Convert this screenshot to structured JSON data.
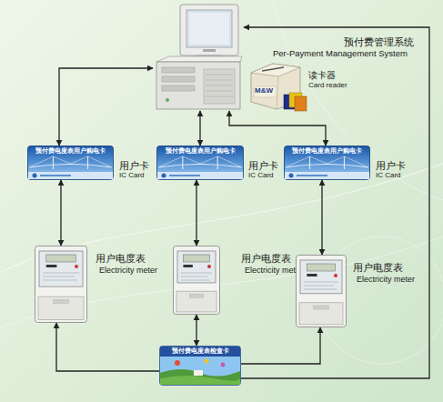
{
  "diagram": {
    "nodes": [
      {
        "text": [
          "预付费管理系统",
          "Per-Payment Management System"
        ]
      },
      {
        "text": [
          "预付费电度表用户购电卡",
          "用户卡",
          "IC Card"
        ]
      },
      {
        "text": [
          "预付费电度表用户购电卡",
          "用户卡",
          "IC Card"
        ]
      },
      {
        "text": [
          "预付费电度表用户购电卡",
          "用户卡",
          "IC Card"
        ]
      },
      {
        "text": [
          "用户电度表",
          "Electricity meter"
        ]
      },
      {
        "text": [
          "用户电度表",
          "Electricity meter"
        ]
      },
      {
        "text": [
          "用户电度表",
          "Electricity meter"
        ]
      },
      {
        "text": [
          "预付费电度表检查卡"
        ]
      }
    ],
    "edges": [
      {
        "from": 0,
        "to": 1,
        "arrow": "both"
      },
      {
        "from": 0,
        "to": 2,
        "arrow": "both"
      },
      {
        "from": 0,
        "to": 3,
        "arrow": "both"
      },
      {
        "from": 1,
        "to": 4,
        "arrow": "both"
      },
      {
        "from": 2,
        "to": 5,
        "arrow": "both"
      },
      {
        "from": 3,
        "to": 6,
        "arrow": "both"
      },
      {
        "from": 5,
        "to": 7,
        "arrow": "both"
      },
      {
        "from": 7,
        "to": 4,
        "arrow": "to"
      },
      {
        "from": 7,
        "to": 6,
        "arrow": "to"
      },
      {
        "from": 7,
        "to": 0,
        "arrow": "to"
      }
    ],
    "labels": [
      "读卡器",
      "Card reader",
      "M&W"
    ]
  }
}
